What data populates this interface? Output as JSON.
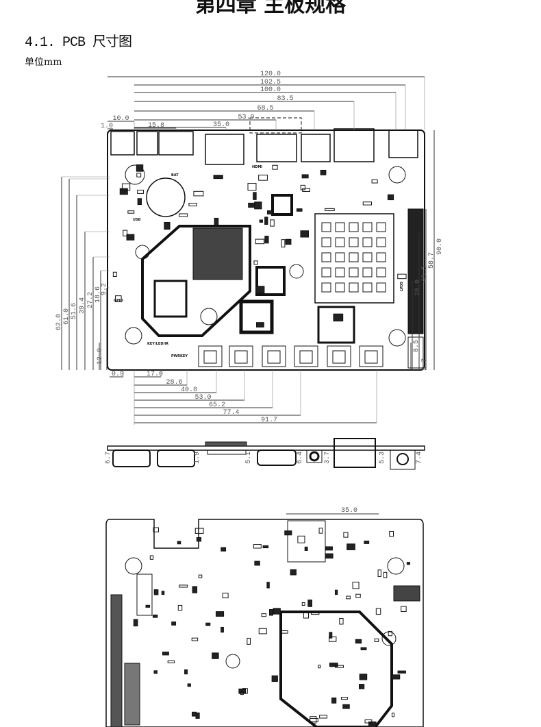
{
  "chapter_title": "第四章 主板规格",
  "section_title": "4.1.  PCB 尺寸图",
  "unit_label": "单位mm",
  "top_view": {
    "top_dimensions": [
      "120.0",
      "102.5",
      "100.0",
      "83.5",
      "68.5",
      "53.9",
      "35.0",
      "10.0",
      "1.0",
      "15.8"
    ],
    "left_dimensions": [
      "62.0",
      "61.0",
      "51.6",
      "39.4",
      "27.2",
      "18.6",
      "9.2",
      "12.0"
    ],
    "right_dimensions": [
      "90.0",
      "58.7",
      "48.5",
      "28.0",
      "8.5",
      "3.7"
    ],
    "bottom_dimensions": [
      "0.9",
      "17.0",
      "28.6",
      "40.8",
      "53.0",
      "65.2",
      "77.4",
      "91.7"
    ],
    "silkscreen": [
      "BAT",
      "USB",
      "HDMI",
      "KEY/LED/IR",
      "PWRKEY",
      "LVDS",
      "GPIO"
    ]
  },
  "side_view": {
    "dimensions": [
      "6.7",
      "1.9",
      "5.1",
      "6.4",
      "3.7",
      "5.3",
      "7.4"
    ]
  },
  "bottom_view": {
    "dimensions": [
      "35.0"
    ]
  }
}
